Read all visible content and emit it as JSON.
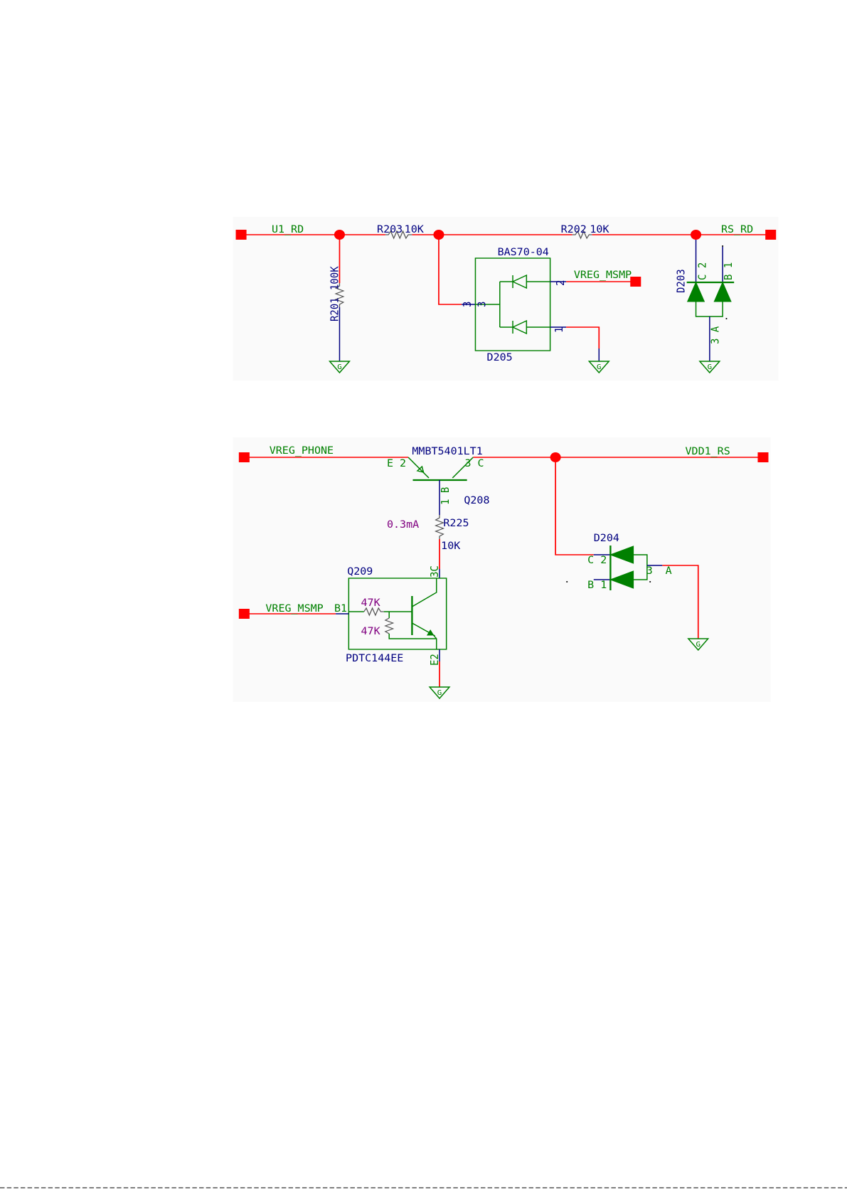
{
  "colors": {
    "wire": "#ff0000",
    "component": "#008000",
    "pin": "#000080",
    "designator": "#000080",
    "net_label": "#008000",
    "annotation": "#800080",
    "schematic_background": "#fafafa"
  },
  "ground_label": "G",
  "top_circuit": {
    "net_u1_rd": "U1_RD",
    "net_rs_rd": "RS_RD",
    "net_vreg_msmp": "VREG_MSMP",
    "r203": {
      "ref": "R203",
      "value": "10K"
    },
    "r202": {
      "ref": "R202",
      "value": "10K"
    },
    "r201": {
      "ref": "R201",
      "value": "100K"
    },
    "d205": {
      "ref": "D205",
      "part": "BAS70-04",
      "pin_1": "1",
      "pin_2": "2",
      "pin_3_outer": "3",
      "pin_3_inner": "3"
    },
    "d203": {
      "ref": "D203",
      "pin_c": "C 2",
      "pin_b": "B 1",
      "pin_a": "3 A"
    }
  },
  "bottom_circuit": {
    "net_vreg_phone": "VREG_PHONE",
    "net_vdd1_rs": "VDD1_RS",
    "net_vreg_msmp": "VREG_MSMP",
    "q208": {
      "ref": "Q208",
      "part": "MMBT5401LT1",
      "pin_e": "E 2",
      "pin_c": "3 C",
      "pin_b": "1 B"
    },
    "r225": {
      "ref": "R225",
      "value": "10K",
      "current": "0.3mA"
    },
    "q209": {
      "ref": "Q209",
      "part": "PDTC144EE",
      "pin_b": "B1",
      "pin_c": "3C",
      "pin_e": "E2",
      "r1": "47K",
      "r2": "47K"
    },
    "d204": {
      "ref": "D204",
      "pin_c": "C 2",
      "pin_b": "B 1",
      "pin_3": "3",
      "pin_a": "A"
    }
  }
}
